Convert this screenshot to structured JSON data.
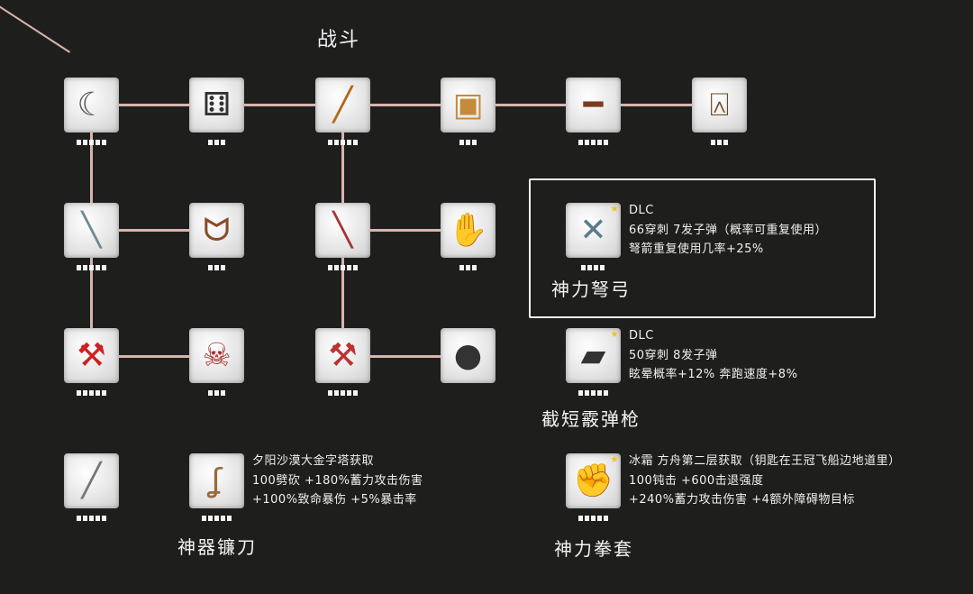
{
  "header": {
    "title": "战斗"
  },
  "nodes": [
    {
      "icon": "sickle-icon",
      "glyph": "☾",
      "color": "#555",
      "pips": 5
    },
    {
      "icon": "dice-icon",
      "glyph": "⚅",
      "color": "#333",
      "pips": 3
    },
    {
      "icon": "baseball-bat-icon",
      "glyph": "╱",
      "color": "#b5651d",
      "pips": 5
    },
    {
      "icon": "trading-card-icon",
      "glyph": "▣",
      "color": "#c58a3a",
      "pips": 3
    },
    {
      "icon": "rifle-icon",
      "glyph": "━",
      "color": "#7a3b1e",
      "pips": 5
    },
    {
      "icon": "cowbell-icon",
      "glyph": "⍓",
      "color": "#6b4a22",
      "pips": 3
    },
    {
      "icon": "machete-icon",
      "glyph": "╲",
      "color": "#6f8a90",
      "pips": 5
    },
    {
      "icon": "claw-icon",
      "glyph": "ᗢ",
      "color": "#8a4a2a",
      "pips": 3
    },
    {
      "icon": "pipe-wrench-icon",
      "glyph": "╲",
      "color": "#a33",
      "pips": 5
    },
    {
      "icon": "bandaged-hand-icon",
      "glyph": "✋",
      "color": "#a99",
      "pips": 3
    },
    {
      "icon": "fire-axe-icon",
      "glyph": "⚒",
      "color": "#c22",
      "pips": 5
    },
    {
      "icon": "skull-icon",
      "glyph": "☠",
      "color": "#a33",
      "pips": 3
    },
    {
      "icon": "sledgehammer-icon",
      "glyph": "⚒",
      "color": "#b33",
      "pips": 5
    },
    {
      "icon": "drill-icon",
      "glyph": "●",
      "color": "#333",
      "pips": 0
    },
    {
      "icon": "katana-icon",
      "glyph": "╱",
      "color": "#777",
      "pips": 5
    }
  ],
  "specials": [
    {
      "icon": "crossbow-icon",
      "glyph": "✕",
      "color": "#5a7a8a",
      "pips": 4,
      "star": "★",
      "name": "神力弩弓",
      "lines": [
        "DLC",
        "66穿刺 7发子弹（概率可重复使用）",
        "弩箭重复使用几率+25%"
      ]
    },
    {
      "icon": "sawed-off-shotgun-icon",
      "glyph": "▰",
      "color": "#333",
      "pips": 5,
      "star": "★",
      "name": "截短霰弹枪",
      "lines": [
        "DLC",
        "50穿刺 8发子弹",
        "眩晕概率+12%  奔跑速度+8%"
      ]
    },
    {
      "icon": "artifact-scythe-icon",
      "glyph": "ʆ",
      "color": "#9a6a3a",
      "pips": 5,
      "star": "",
      "name": "神器镰刀",
      "lines": [
        "夕阳沙漠大金字塔获取",
        "100劈砍  +180%蓄力攻击伤害",
        "+100%致命暴伤 +5%暴击率"
      ]
    },
    {
      "icon": "power-fist-icon",
      "glyph": "✊",
      "color": "#b02020",
      "pips": 5,
      "star": "★",
      "name": "神力拳套",
      "lines": [
        "冰霜 方舟第二层获取（钥匙在王冠飞船边地道里）",
        "100钝击  +600击退强度",
        "+240%蓄力攻击伤害 +4额外障碍物目标"
      ]
    }
  ]
}
